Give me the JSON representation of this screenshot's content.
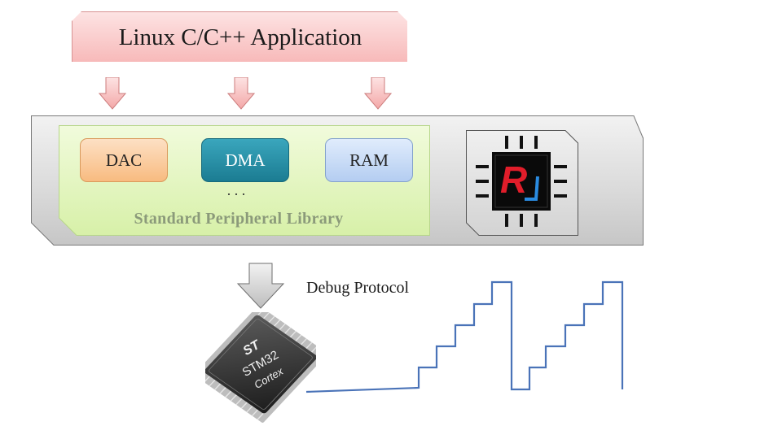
{
  "app": {
    "label": "Linux C/C++ Application"
  },
  "peripherals": [
    {
      "label": "DAC"
    },
    {
      "label": "DMA"
    },
    {
      "label": "RAM"
    }
  ],
  "library": {
    "ellipsis": ". . .",
    "label": "Standard Peripheral Library"
  },
  "logo": {
    "letter": "R"
  },
  "debug": {
    "label": "Debug Protocol"
  },
  "mcu": {
    "brand": "ST",
    "model": "STM32",
    "core": "Cortex"
  },
  "colors": {
    "app_fill": "#f7b9b9",
    "dac_fill": "#f8bb80",
    "dma_fill": "#1b7c92",
    "ram_fill": "#b4cdf1",
    "library_fill": "#d7f0a8",
    "signal_line": "#4a73b8",
    "logo_red": "#e11d2a",
    "logo_blue": "#2a8be0"
  },
  "waveform": {
    "type": "staircase-sawtooth",
    "cycles": 2,
    "steps_per_cycle": 5
  }
}
